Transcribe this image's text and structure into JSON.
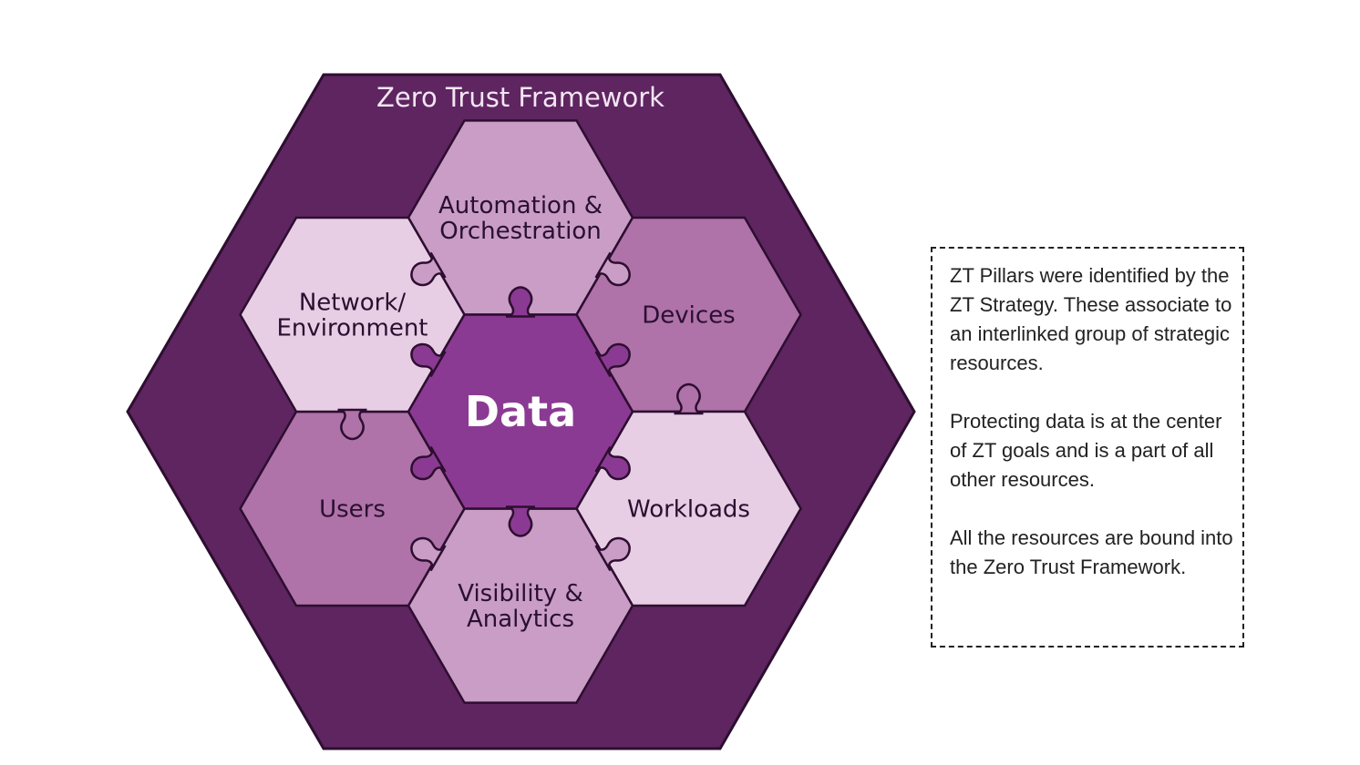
{
  "diagram": {
    "title": "Zero Trust Framework",
    "center": {
      "label": "Data",
      "color": "#8b3a93"
    },
    "frame_color": "#5e2560",
    "outline_color": "#2d0e30",
    "pillars": [
      {
        "id": "automation",
        "lines": [
          "Automation &",
          "Orchestration"
        ],
        "color": "#c99dc5",
        "position": "top"
      },
      {
        "id": "devices",
        "lines": [
          "Devices"
        ],
        "color": "#af72a9",
        "position": "upper-right"
      },
      {
        "id": "workloads",
        "lines": [
          "Workloads"
        ],
        "color": "#e8cee5",
        "position": "lower-right"
      },
      {
        "id": "visibility",
        "lines": [
          "Visibility &",
          "Analytics"
        ],
        "color": "#c99dc5",
        "position": "bottom"
      },
      {
        "id": "users",
        "lines": [
          "Users"
        ],
        "color": "#af72a9",
        "position": "lower-left"
      },
      {
        "id": "network",
        "lines": [
          "Network/",
          "Environment"
        ],
        "color": "#e8cee5",
        "position": "upper-left"
      }
    ]
  },
  "note": {
    "paragraphs": [
      "ZT Pillars were identified by the ZT Strategy. These associate to an interlinked group of  strategic resources.",
      "Protecting data is at the center of ZT goals and is a part of all other resources.",
      "All the resources are bound into the Zero Trust Framework."
    ]
  }
}
